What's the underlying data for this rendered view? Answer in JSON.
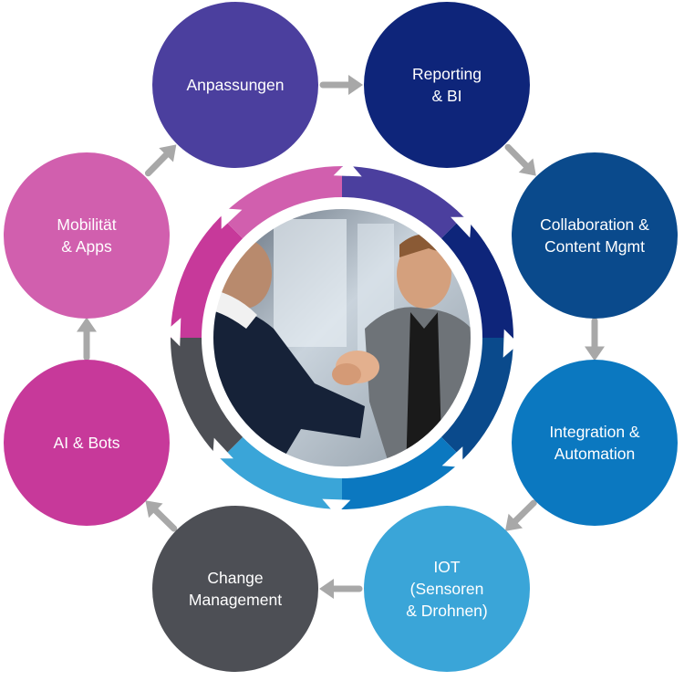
{
  "nodes": [
    {
      "id": "anpassungen",
      "lines": [
        "Anpassungen"
      ],
      "color": "#4b3f9e"
    },
    {
      "id": "reporting-bi",
      "lines": [
        "Reporting",
        "& BI"
      ],
      "color": "#0e257a"
    },
    {
      "id": "collaboration",
      "lines": [
        "Collaboration &",
        "Content Mgmt"
      ],
      "color": "#0a4a8c"
    },
    {
      "id": "integration",
      "lines": [
        "Integration &",
        "Automation"
      ],
      "color": "#0b78c0"
    },
    {
      "id": "iot",
      "lines": [
        "IOT",
        "(Sensoren",
        "& Drohnen)"
      ],
      "color": "#3aa5d8"
    },
    {
      "id": "change",
      "lines": [
        "Change",
        "Management"
      ],
      "color": "#4d4f55"
    },
    {
      "id": "ai-bots",
      "lines": [
        "AI & Bots"
      ],
      "color": "#c7399a"
    },
    {
      "id": "mobilitaet",
      "lines": [
        "Mobilität",
        "& Apps"
      ],
      "color": "#d15fae"
    }
  ],
  "ring_segments": [
    {
      "color": "#4b3f9e"
    },
    {
      "color": "#0e257a"
    },
    {
      "color": "#0a4a8c"
    },
    {
      "color": "#0b78c0"
    },
    {
      "color": "#3aa5d8"
    },
    {
      "color": "#4d4f55"
    },
    {
      "color": "#c7399a"
    },
    {
      "color": "#d15fae"
    }
  ],
  "arrow_color": "#a8a8a8",
  "center_image": {
    "icon": "handshake-photo-icon"
  }
}
